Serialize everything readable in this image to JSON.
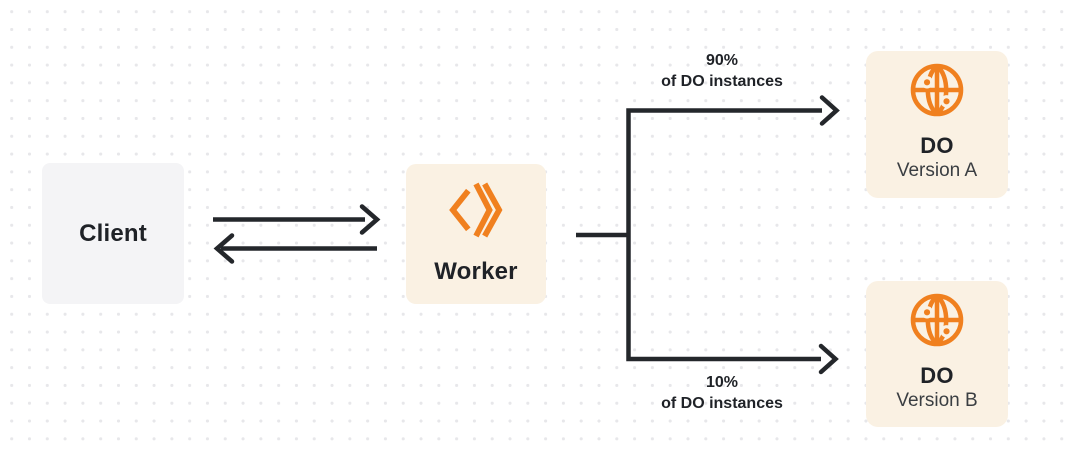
{
  "nodes": {
    "client": {
      "label": "Client"
    },
    "worker": {
      "label": "Worker"
    },
    "do_version_a": {
      "title": "DO",
      "subtitle": "Version A"
    },
    "do_version_b": {
      "title": "DO",
      "subtitle": "Version B"
    }
  },
  "edge_labels": {
    "to_version_a": {
      "line1": "90%",
      "line2": "of DO instances"
    },
    "to_version_b": {
      "line1": "10%",
      "line2": "of DO instances"
    }
  },
  "icons": {
    "worker_icon": "workers-chevrons-icon",
    "durable_object_icon": "globe-icon"
  },
  "colors": {
    "accent_orange": "#F0801F",
    "node_cream": "#FAF1E3",
    "node_gray": "#F4F4F6",
    "connector_dark": "#24272B",
    "text_dark": "#1F2227"
  }
}
